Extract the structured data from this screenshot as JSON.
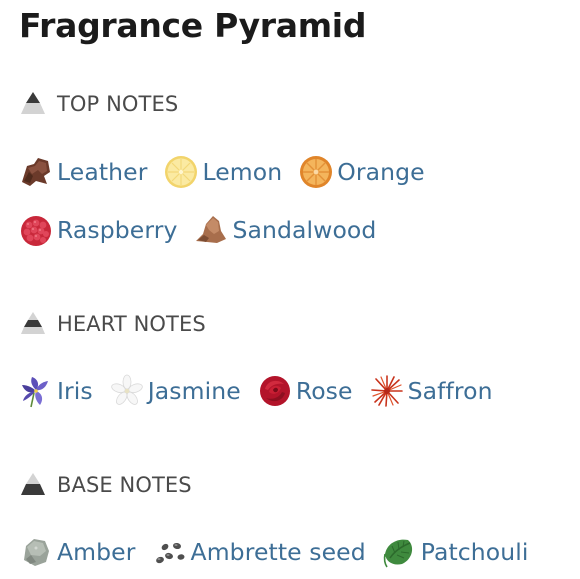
{
  "title": "Fragrance Pyramid",
  "sections": [
    {
      "label": "TOP NOTES",
      "notes": [
        {
          "name": "Leather",
          "icon": "leather-icon"
        },
        {
          "name": "Lemon",
          "icon": "lemon-icon"
        },
        {
          "name": "Orange",
          "icon": "orange-icon"
        },
        {
          "name": "Raspberry",
          "icon": "raspberry-icon"
        },
        {
          "name": "Sandalwood",
          "icon": "sandalwood-icon"
        }
      ]
    },
    {
      "label": "HEART NOTES",
      "notes": [
        {
          "name": "Iris",
          "icon": "iris-icon"
        },
        {
          "name": "Jasmine",
          "icon": "jasmine-icon"
        },
        {
          "name": "Rose",
          "icon": "rose-icon"
        },
        {
          "name": "Saffron",
          "icon": "saffron-icon"
        }
      ]
    },
    {
      "label": "BASE NOTES",
      "notes": [
        {
          "name": "Amber",
          "icon": "amber-icon"
        },
        {
          "name": "Ambrette seed",
          "icon": "ambrette-seed-icon"
        },
        {
          "name": "Patchouli",
          "icon": "patchouli-icon"
        }
      ]
    }
  ],
  "colors": {
    "note_link": "#3d6e96",
    "section_label": "#4a4a4a",
    "title": "#1b1b1b"
  }
}
